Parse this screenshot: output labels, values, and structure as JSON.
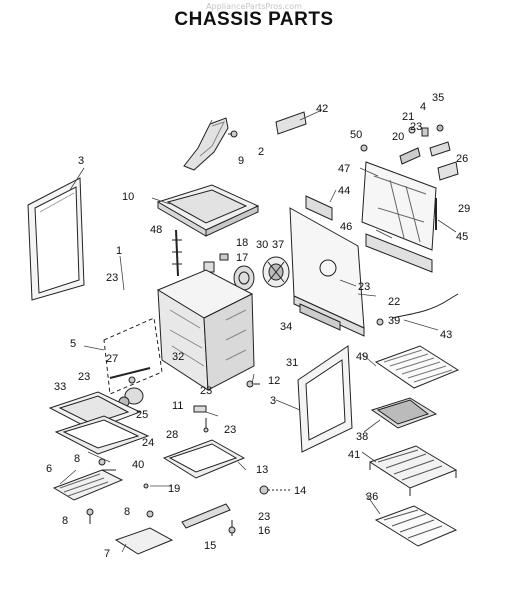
{
  "header": {
    "watermark": "AppliancePartsPros.com",
    "title": "CHASSIS PARTS"
  },
  "callouts": [
    {
      "id": "p1",
      "label": "1"
    },
    {
      "id": "p2",
      "label": "2"
    },
    {
      "id": "p3a",
      "label": "3"
    },
    {
      "id": "p3b",
      "label": "3"
    },
    {
      "id": "p4",
      "label": "4"
    },
    {
      "id": "p5",
      "label": "5"
    },
    {
      "id": "p6",
      "label": "6"
    },
    {
      "id": "p7",
      "label": "7"
    },
    {
      "id": "p8a",
      "label": "8"
    },
    {
      "id": "p8b",
      "label": "8"
    },
    {
      "id": "p8c",
      "label": "8"
    },
    {
      "id": "p9",
      "label": "9"
    },
    {
      "id": "p10",
      "label": "10"
    },
    {
      "id": "p11",
      "label": "11"
    },
    {
      "id": "p12",
      "label": "12"
    },
    {
      "id": "p13",
      "label": "13"
    },
    {
      "id": "p14",
      "label": "14"
    },
    {
      "id": "p15",
      "label": "15"
    },
    {
      "id": "p16",
      "label": "16"
    },
    {
      "id": "p17",
      "label": "17"
    },
    {
      "id": "p18",
      "label": "18"
    },
    {
      "id": "p19",
      "label": "19"
    },
    {
      "id": "p20",
      "label": "20"
    },
    {
      "id": "p21",
      "label": "21"
    },
    {
      "id": "p22",
      "label": "22"
    },
    {
      "id": "p23a",
      "label": "23"
    },
    {
      "id": "p23b",
      "label": "23"
    },
    {
      "id": "p23c",
      "label": "23"
    },
    {
      "id": "p23d",
      "label": "23"
    },
    {
      "id": "p23e",
      "label": "23"
    },
    {
      "id": "p23f",
      "label": "23"
    },
    {
      "id": "p24",
      "label": "24"
    },
    {
      "id": "p25",
      "label": "25"
    },
    {
      "id": "p26",
      "label": "26"
    },
    {
      "id": "p27",
      "label": "27"
    },
    {
      "id": "p28",
      "label": "28"
    },
    {
      "id": "p29",
      "label": "29"
    },
    {
      "id": "p30",
      "label": "30"
    },
    {
      "id": "p31",
      "label": "31"
    },
    {
      "id": "p32",
      "label": "32"
    },
    {
      "id": "p33",
      "label": "33"
    },
    {
      "id": "p34",
      "label": "34"
    },
    {
      "id": "p35",
      "label": "35"
    },
    {
      "id": "p36",
      "label": "36"
    },
    {
      "id": "p37",
      "label": "37"
    },
    {
      "id": "p38",
      "label": "38"
    },
    {
      "id": "p39",
      "label": "39"
    },
    {
      "id": "p40",
      "label": "40"
    },
    {
      "id": "p41",
      "label": "41"
    },
    {
      "id": "p42",
      "label": "42"
    },
    {
      "id": "p43",
      "label": "43"
    },
    {
      "id": "p44",
      "label": "44"
    },
    {
      "id": "p45",
      "label": "45"
    },
    {
      "id": "p46",
      "label": "46"
    },
    {
      "id": "p47",
      "label": "47"
    },
    {
      "id": "p48",
      "label": "48"
    },
    {
      "id": "p49",
      "label": "49"
    },
    {
      "id": "p50",
      "label": "50"
    }
  ]
}
